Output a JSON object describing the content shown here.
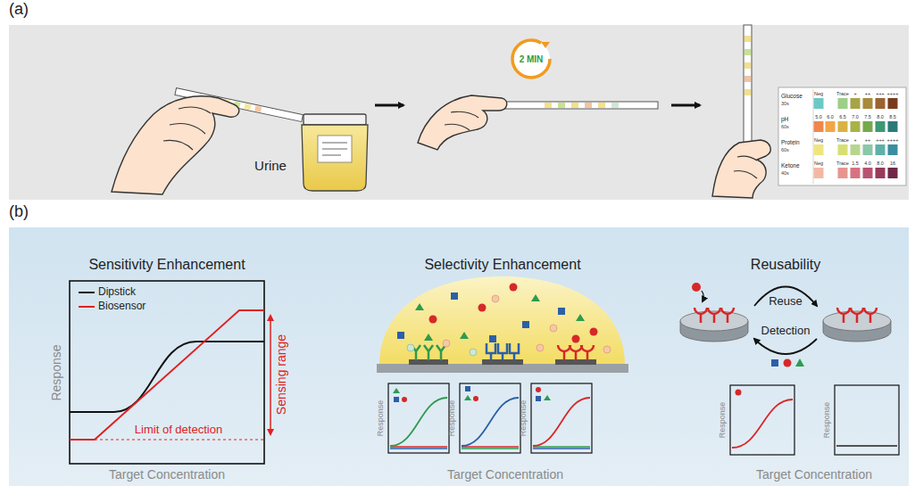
{
  "diagram": {
    "nodes": [
      {
        "text": [
          "(a)"
        ]
      },
      {
        "text": [
          "(b)"
        ]
      }
    ],
    "labels": [
      "Urine",
      "2 MIN",
      "Glucose",
      "30s",
      "pH",
      "60s",
      "Protein",
      "60s",
      "Ketone",
      "40s",
      "Neg",
      "Trace",
      "+",
      "++",
      "+++",
      "++++",
      "5.0",
      "6.0",
      "6.5",
      "7.0",
      "7.5",
      "8.0",
      "8.5",
      "Neg",
      "Trace",
      "+",
      "++",
      "+++",
      "++++",
      "Neg",
      "Trace",
      "1.5",
      "4.0",
      "8.0",
      "16",
      "Sensitivity Enhancement",
      "Response",
      "Target Concentration",
      "Sensing range",
      "Limit of detection",
      "Selectivity Enhancement",
      "Response",
      "Response",
      "Response",
      "Target Concentration",
      "Reusability",
      "Reuse",
      "Detection",
      "Response",
      "Response",
      "Target Concentration"
    ],
    "legend": [
      {
        "text": "Dipstick"
      },
      {
        "text": "Biosensor"
      }
    ]
  }
}
